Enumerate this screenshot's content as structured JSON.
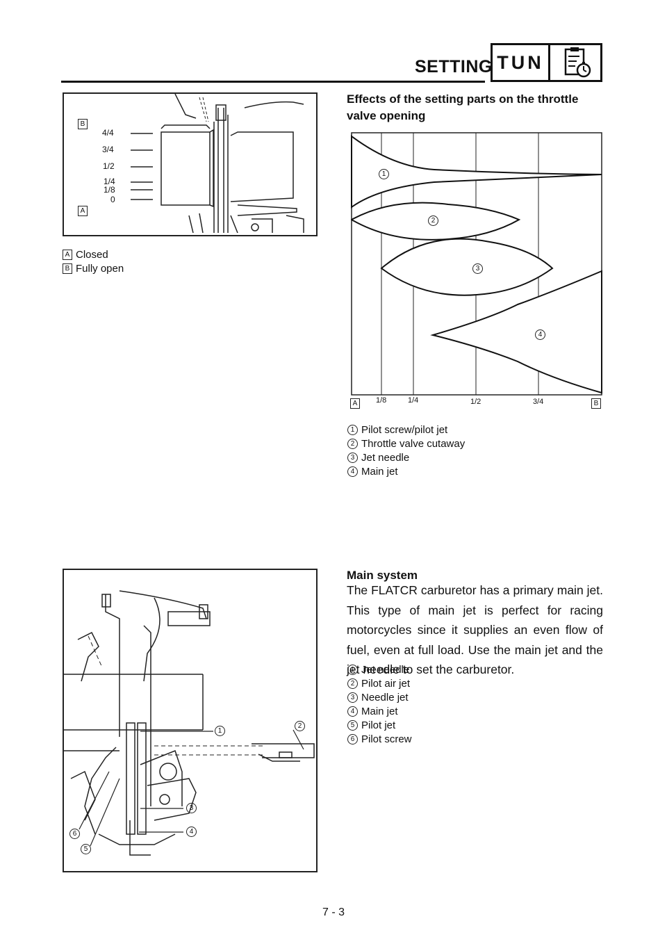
{
  "header": {
    "title": "SETTING",
    "badge": "TUN",
    "icon": "clipboard-stopwatch-icon"
  },
  "fig1": {
    "labels": [
      "4/4",
      "3/4",
      "1/2",
      "1/4",
      "1/8",
      "0"
    ],
    "marker_a": "A",
    "marker_b": "B",
    "legend": [
      {
        "key": "A",
        "text": "Closed"
      },
      {
        "key": "B",
        "text": "Fully open"
      }
    ]
  },
  "effects": {
    "title": "Effects of the setting parts on the throttle valve opening",
    "axis_start": "A",
    "axis_end": "B",
    "ticks": [
      "1/8",
      "1/4",
      "1/2",
      "3/4"
    ],
    "callouts": [
      "1",
      "2",
      "3",
      "4"
    ],
    "legend": [
      {
        "num": "1",
        "text": "Pilot screw/pilot jet"
      },
      {
        "num": "2",
        "text": "Throttle valve cutaway"
      },
      {
        "num": "3",
        "text": "Jet needle"
      },
      {
        "num": "4",
        "text": "Main jet"
      }
    ]
  },
  "main_system": {
    "title": "Main system",
    "body": "The FLATCR carburetor has a primary main jet. This type of main jet is perfect for racing motorcycles since it supplies an even flow of fuel, even at full load. Use the main jet and the jet needle to set the carburetor.",
    "legend": [
      {
        "num": "1",
        "text": "Jet needle"
      },
      {
        "num": "2",
        "text": "Pilot air jet"
      },
      {
        "num": "3",
        "text": "Needle jet"
      },
      {
        "num": "4",
        "text": "Main jet"
      },
      {
        "num": "5",
        "text": "Pilot jet"
      },
      {
        "num": "6",
        "text": "Pilot screw"
      }
    ],
    "callouts": [
      "1",
      "2",
      "3",
      "4",
      "5",
      "6"
    ]
  },
  "page_number": "7 - 3"
}
